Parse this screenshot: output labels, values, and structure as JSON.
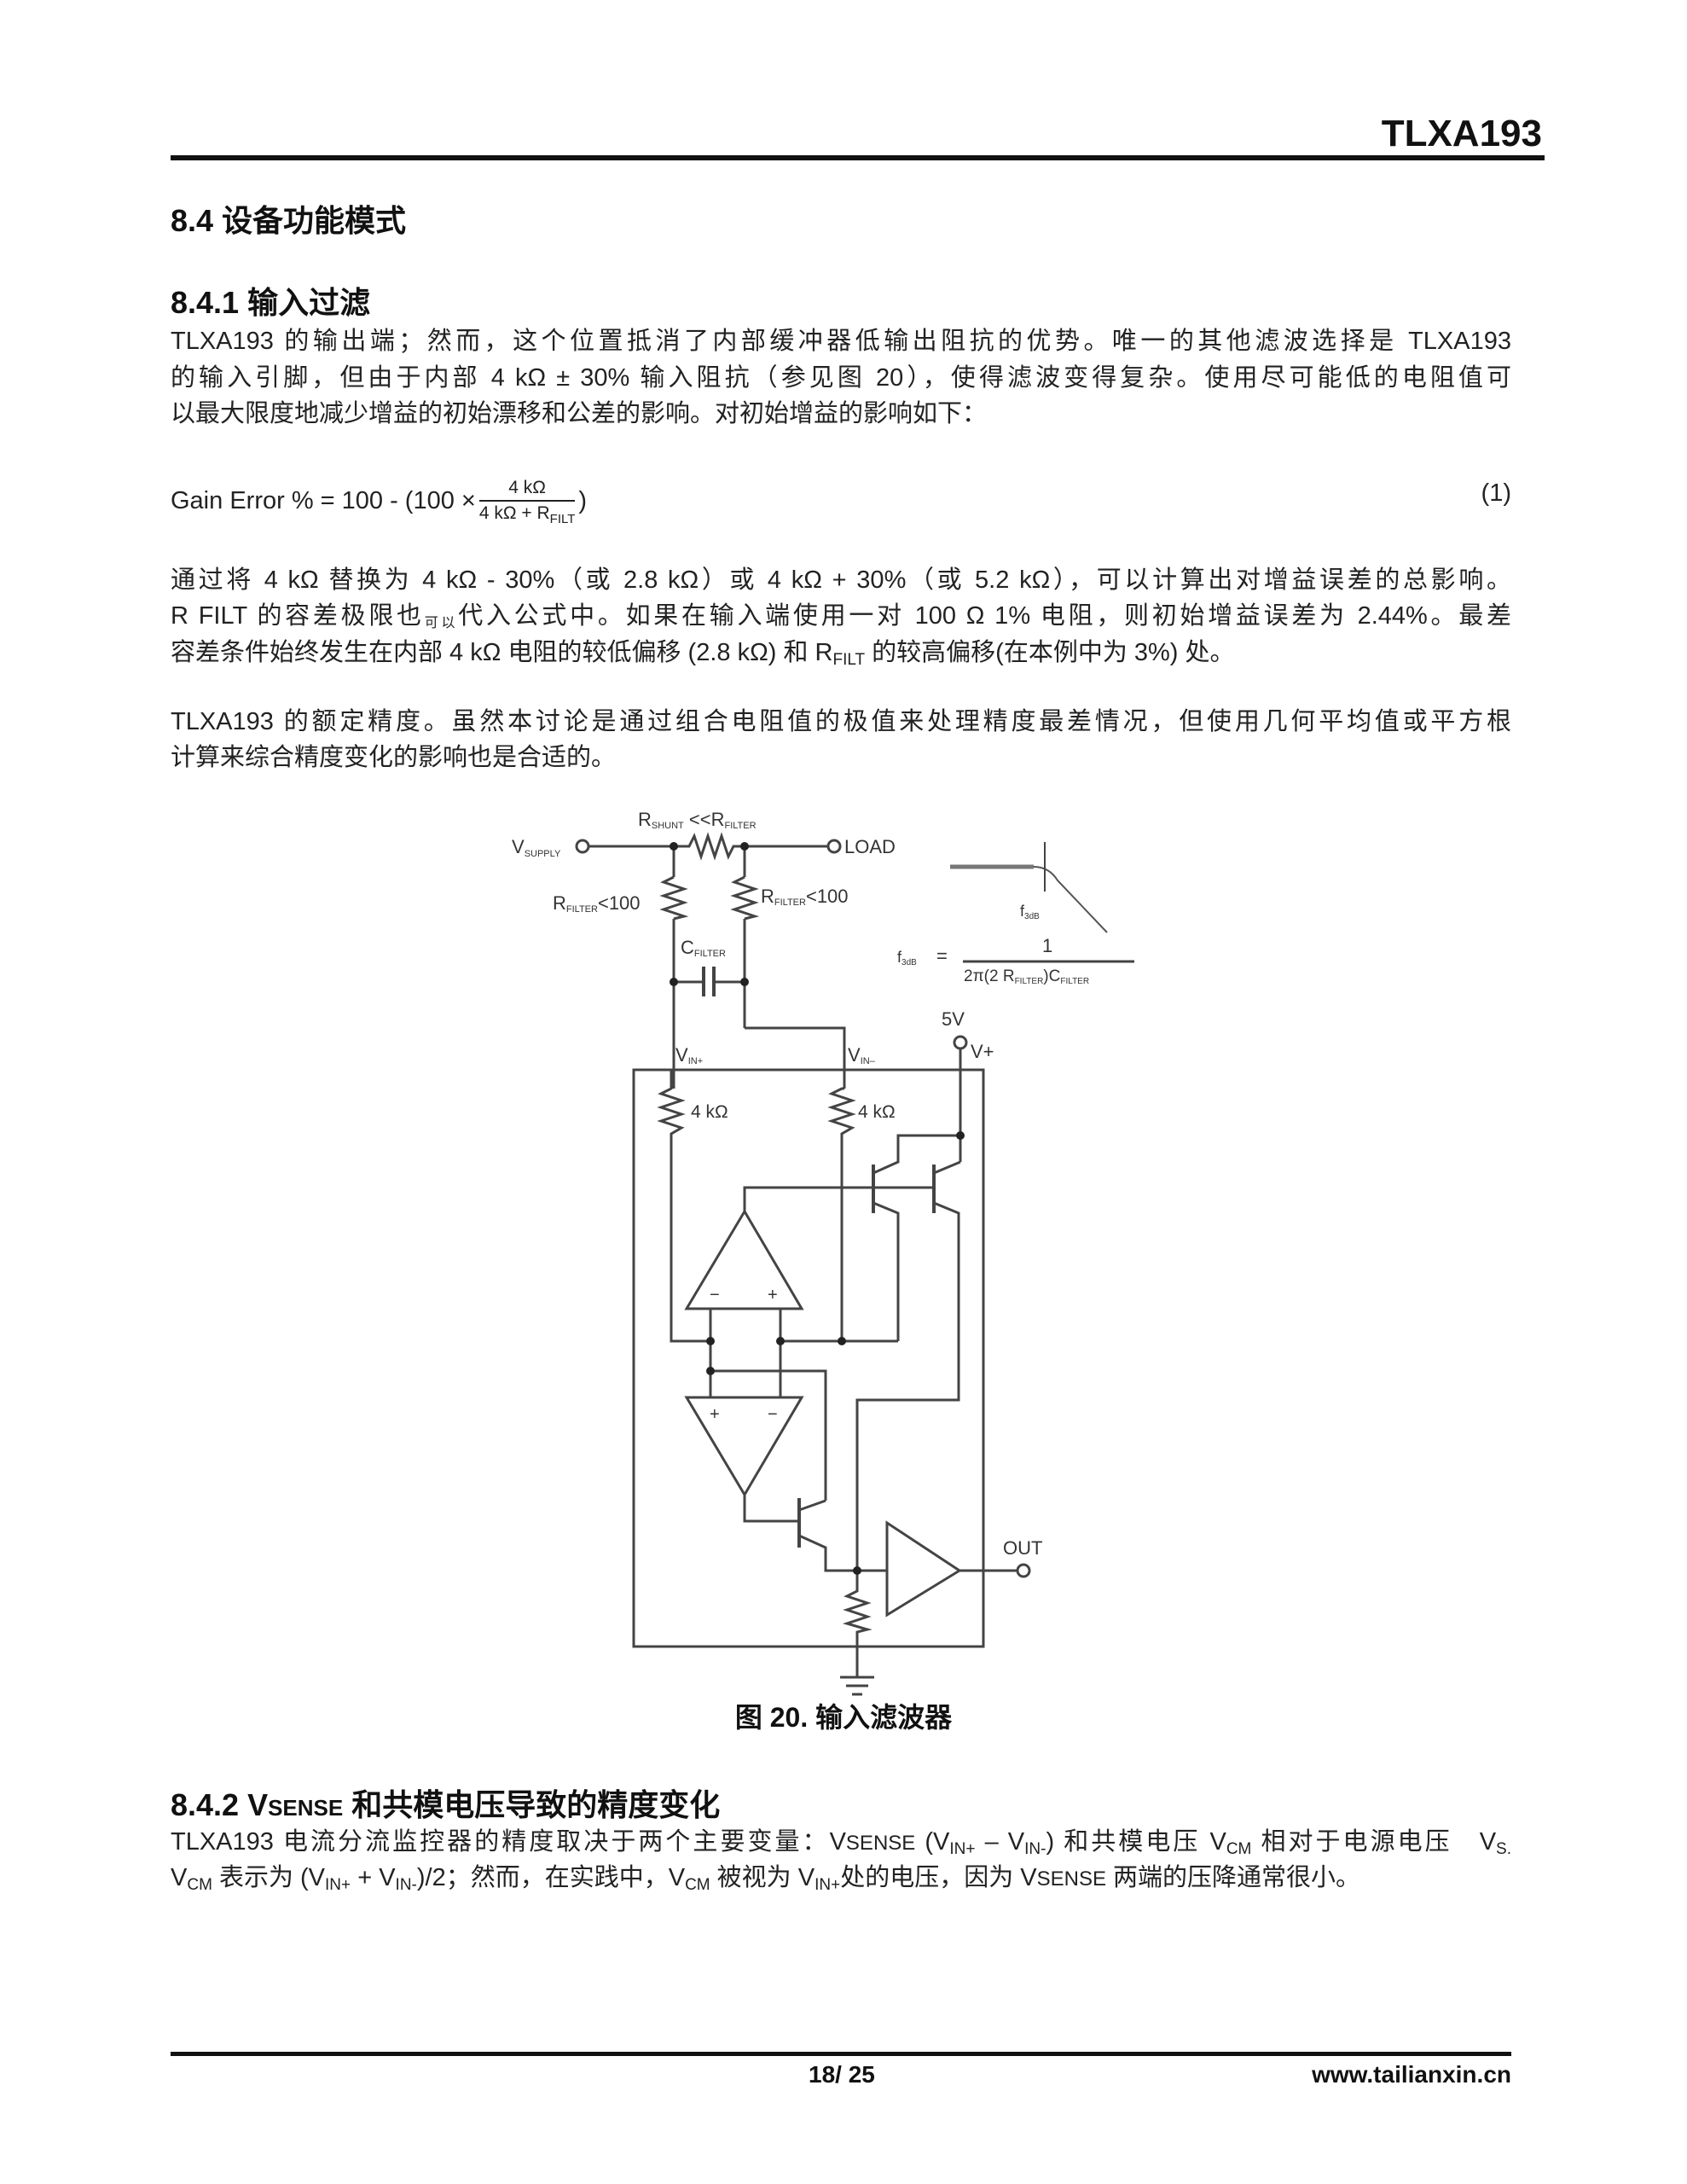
{
  "header": {
    "title": "TLXA193"
  },
  "section_84": {
    "heading": "8.4 设备功能模式"
  },
  "section_841": {
    "heading": "8.4.1 输入过滤",
    "para1": [
      "TLXA193  的输出端；然而，这个位置抵消了内部缓冲器低输出阻抗的优势。唯一的其他滤波选择是  TLXA193",
      "的输入引脚，但由于内部 4 kΩ ± 30% 输入阻抗（参见图 20），使得滤波变得复杂。使用尽可能低的电阻值可",
      "以最大限度地减少增益的初始漂移和公差的影响。对初始增益的影响如下："
    ],
    "equation": {
      "lhs": "Gain Error % = 100 - (100 ×",
      "numerator": "4 kΩ",
      "denominator": "4 kΩ + R",
      "denominator_sub": "FILT",
      "close": ")",
      "number": "(1)"
    },
    "para2": [
      [
        {
          "t": "通过将 4 kΩ 替换为 4 kΩ - 30%（或 2.8 kΩ）或 4 kΩ + 30%（或 5.2 kΩ），可以计算出对增益误差的总影响。"
        }
      ],
      [
        {
          "t": "R FILT 的容差极限也"
        },
        {
          "t": "可以",
          "cls": "tiny"
        },
        {
          "t": "代入公式中。如果在输入端使用一对 100 Ω 1% 电阻，则初始增益误差为 2.44%。最差"
        }
      ],
      [
        {
          "t": "容差条件始终发生在内部 4 kΩ 电阻的较低偏移 (2.8 kΩ) 和 R"
        },
        {
          "t": "FILT",
          "cls": "sub"
        },
        {
          "t": " 的较高偏移(在本例中为 3%) 处。"
        }
      ]
    ],
    "para3": [
      "TLXA193  的额定精度。虽然本讨论是通过组合电阻值的极值来处理精度最差情况，但使用几何平均值或平方根",
      "计算来综合精度变化的影响也是合适的。"
    ]
  },
  "figure": {
    "caption": "图 20. 输入滤波器",
    "labels": {
      "vsupply": "V",
      "vsupply_sub": "SUPPLY",
      "rshunt": "R",
      "rshunt_sub": "SHUNT",
      "rshunt_rel": " <<R",
      "rshunt_rel_sub": "FILTER",
      "load": "LOAD",
      "rfilter_left": "R",
      "rfilter_left_sub": "FILTER",
      "rfilter_left_val": "<100",
      "rfilter_right": "R",
      "rfilter_right_sub": "FILTER",
      "rfilter_right_val": "<100",
      "cfilter": "C",
      "cfilter_sub": "FILTER",
      "f3db": "f",
      "f3db_sub": "3dB",
      "formula_lhs": "f",
      "formula_lhs_sub": "3dB",
      "formula_eq": "=",
      "formula_num": "1",
      "formula_den_a": "2π(2 R",
      "formula_den_a_sub": "FILTER",
      "formula_den_b": ")C",
      "formula_den_b_sub": "FILTER",
      "supply_5v": "5V",
      "vplus": "V+",
      "vin_plus": "V",
      "vin_plus_sub": "IN+",
      "vin_minus": "V",
      "vin_minus_sub": "IN–",
      "r_internal_1": "4 kΩ",
      "r_internal_2": "4 kΩ",
      "opamp_minus": "−",
      "opamp_plus": "+",
      "out": "OUT"
    }
  },
  "section_842": {
    "heading_a": "8.4.2 V",
    "heading_sc": "SENSE",
    "heading_b": " 和共模电压导致的精度变化",
    "lines": [
      [
        {
          "t": "TLXA193 电流分流监控器的精度取决于两个主要变量：V"
        },
        {
          "t": "SENSE",
          "cls": "sc"
        },
        {
          "t": " (V"
        },
        {
          "t": "IN+",
          "cls": "sub"
        },
        {
          "t": " – V"
        },
        {
          "t": "IN-",
          "cls": "sub"
        },
        {
          "t": ") 和共模电压 V"
        },
        {
          "t": "CM",
          "cls": "sub"
        },
        {
          "t": " 相对于电源电压　V"
        },
        {
          "t": "S.",
          "cls": "sub"
        }
      ],
      [
        {
          "t": "V"
        },
        {
          "t": "CM",
          "cls": "sub"
        },
        {
          "t": " 表示为 (V"
        },
        {
          "t": "IN+",
          "cls": "sub"
        },
        {
          "t": " + V"
        },
        {
          "t": "IN-",
          "cls": "sub"
        },
        {
          "t": ")/2；然而，在实践中，V"
        },
        {
          "t": "CM",
          "cls": "sub"
        },
        {
          "t": " 被视为 V"
        },
        {
          "t": "IN+",
          "cls": "sub"
        },
        {
          "t": "处的电压，因为 V"
        },
        {
          "t": "SENSE",
          "cls": "sc"
        },
        {
          "t": " 两端的压降通常很小。"
        }
      ]
    ]
  },
  "footer": {
    "page": "18/ 25",
    "url": "www.tailianxin.cn"
  }
}
